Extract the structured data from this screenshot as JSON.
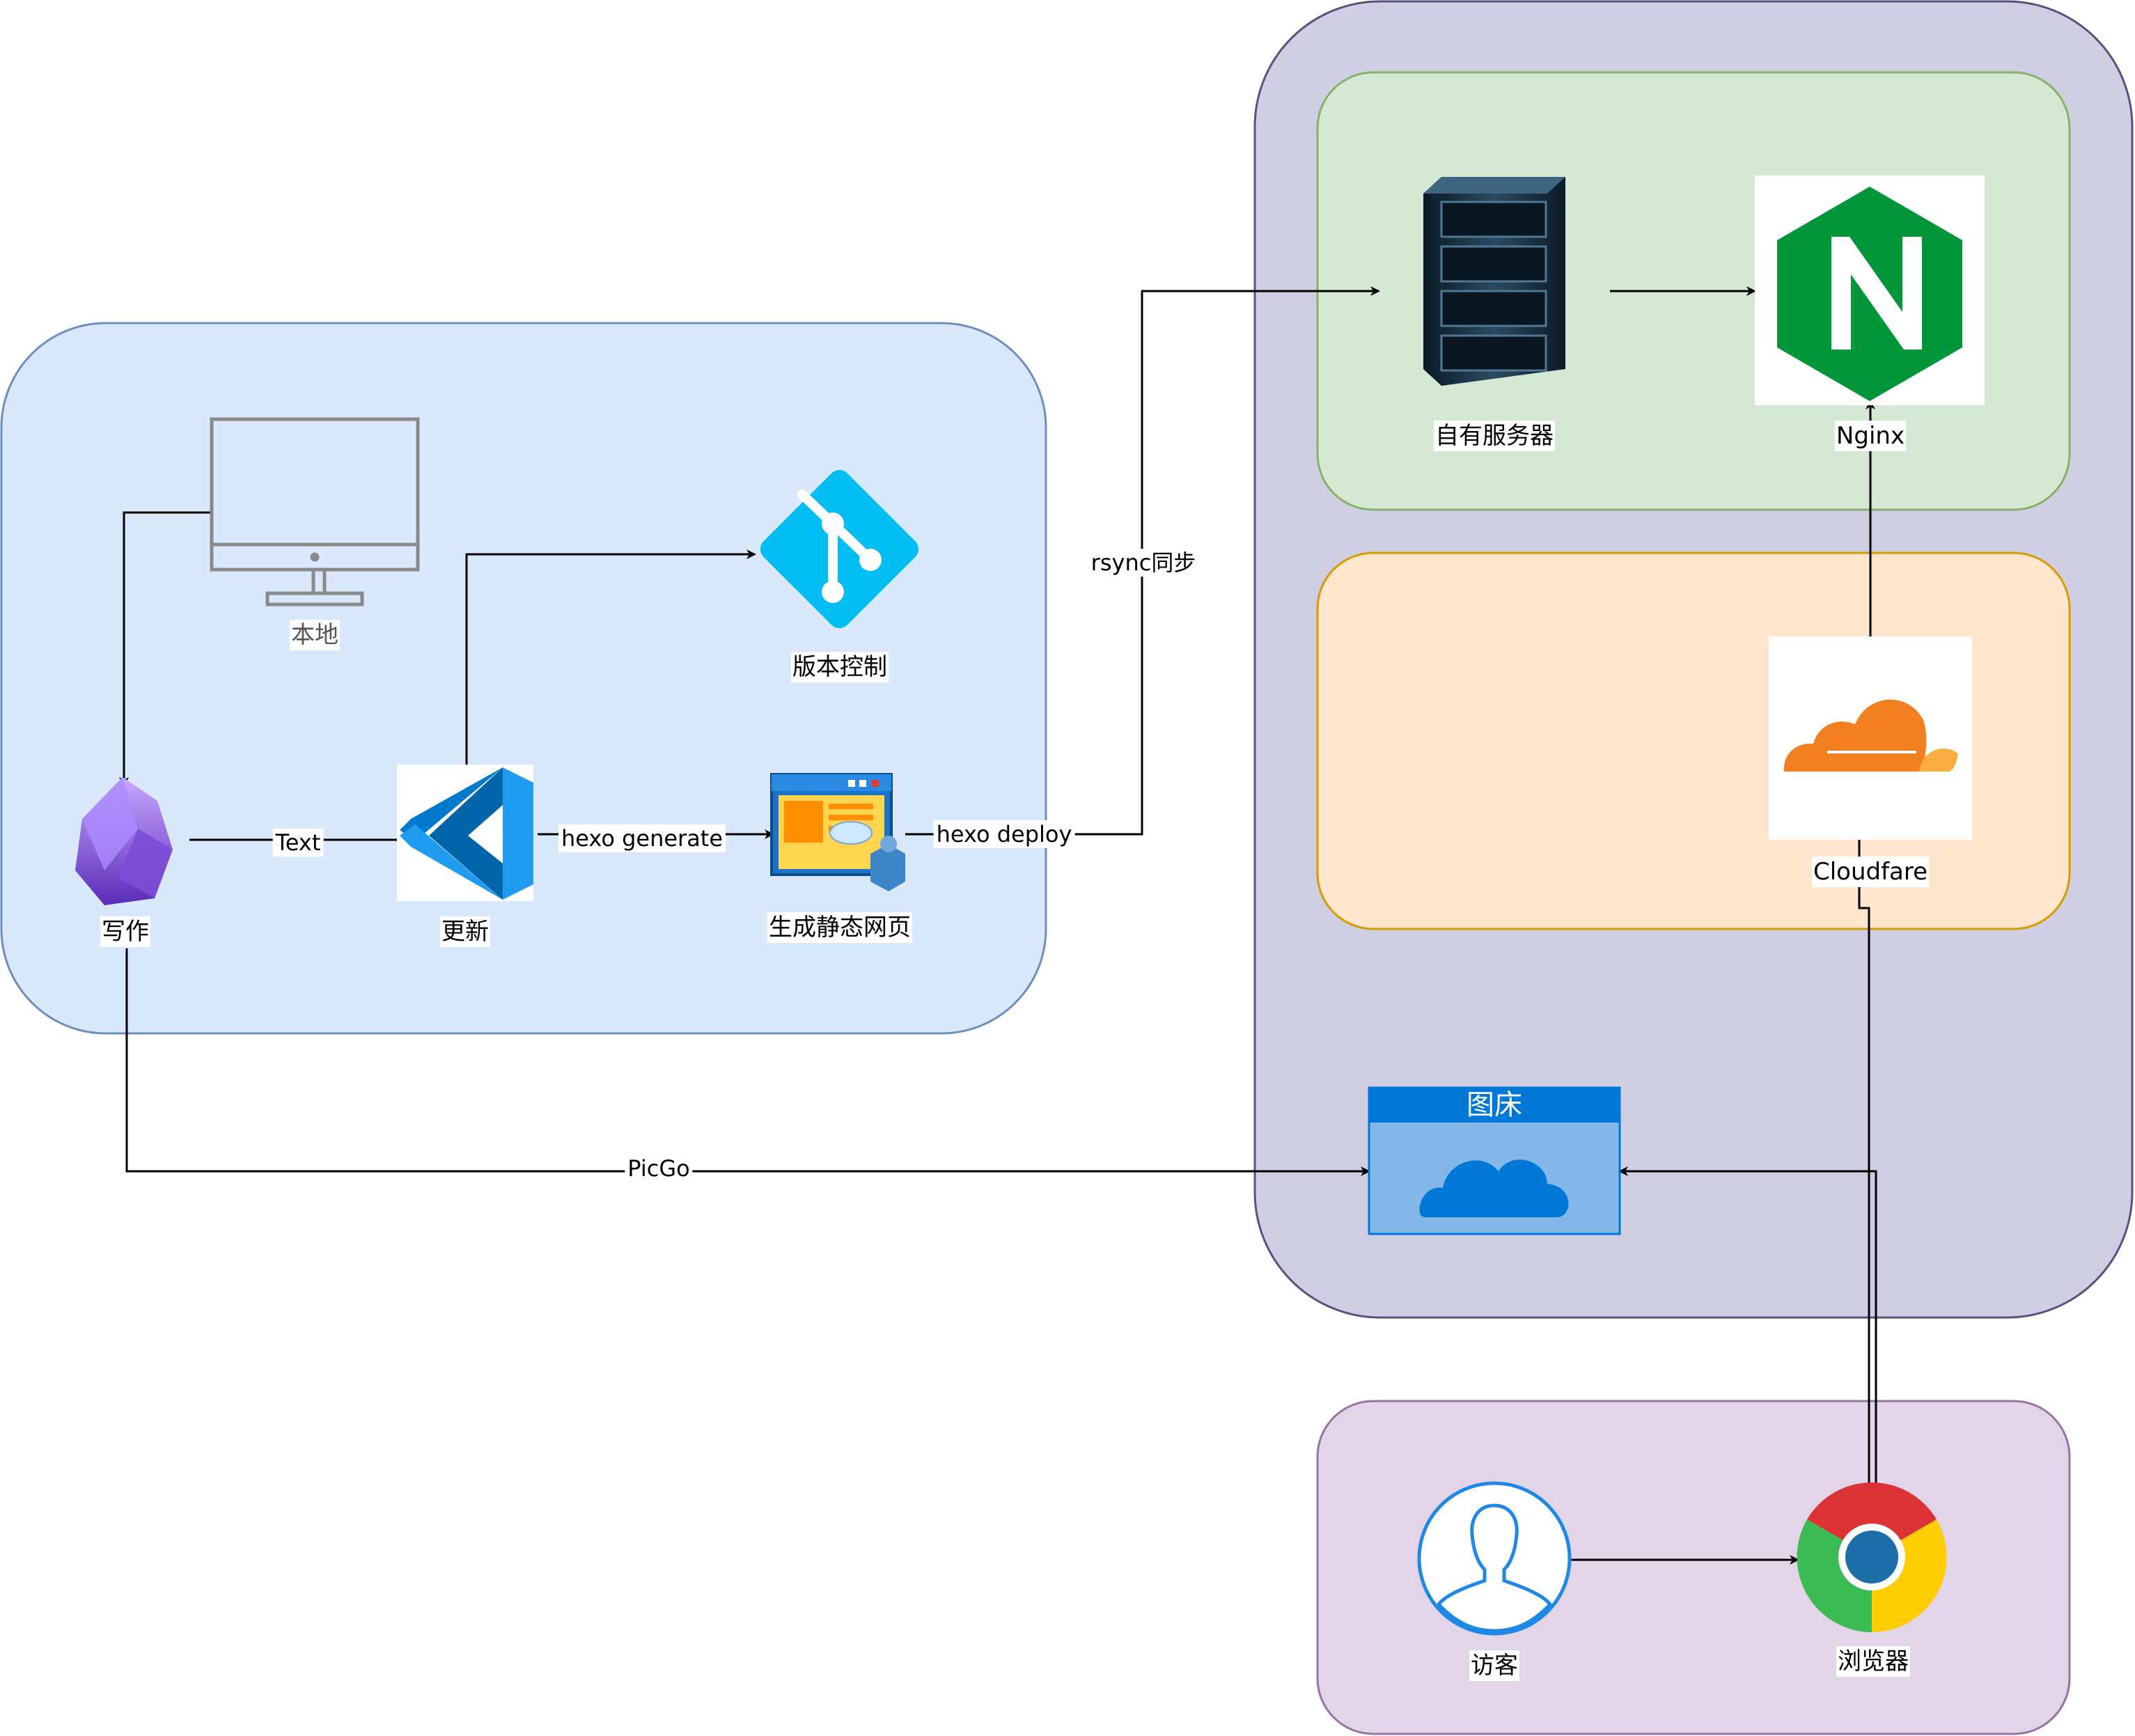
{
  "nodes": {
    "local": "本地",
    "version_control": "版本控制",
    "write": "写作",
    "update": "更新",
    "static_pages": "生成静态网页",
    "own_server": "自有服务器",
    "nginx": "Nginx",
    "cloudflare": "Cloudfare",
    "image_bed": "图床",
    "visitor": "访客",
    "browser": "浏览器"
  },
  "edges": {
    "text": "Text",
    "hexo_generate": "hexo generate",
    "hexo_deploy": "hexo  deploy",
    "rsync": "rsync同步",
    "picgo": "PicGo"
  },
  "colors": {
    "local_group_fill": "#dae8fc",
    "local_group_stroke": "#6c8ebf",
    "cloud_group_fill": "#d0cee2",
    "cloud_group_stroke": "#56517e",
    "server_group_fill": "#d5e8d4",
    "server_group_stroke": "#82b366",
    "cdn_group_fill": "#ffe6cc",
    "cdn_group_stroke": "#d79b00",
    "client_group_fill": "#e1d5e7",
    "client_group_stroke": "#9673a6",
    "git": "#00bdf2",
    "vscode": "#007acc",
    "nginx": "#009639",
    "cloudflare": "#f38020",
    "image_bed": "#0078d7"
  }
}
